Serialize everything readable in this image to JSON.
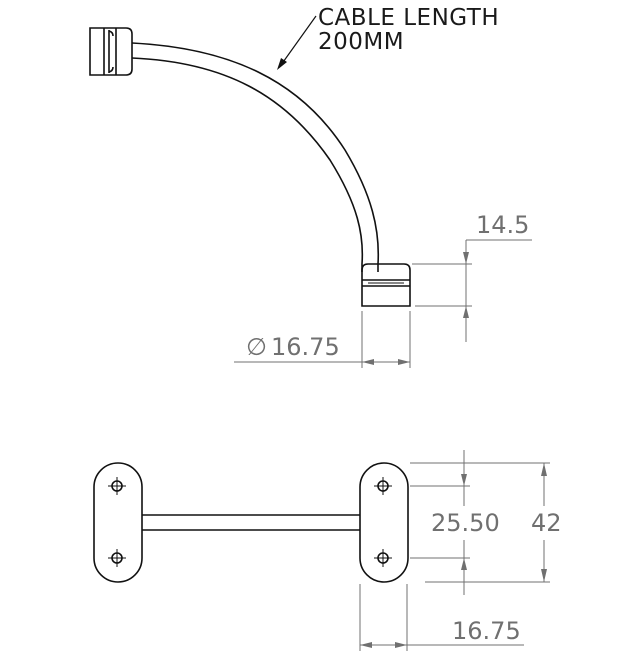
{
  "drawing": {
    "annotation": {
      "line1": "CABLE LENGTH",
      "line2": "200MM"
    },
    "dimensions": {
      "connector_height": "14.5",
      "connector_diameter_symbol": "∅",
      "connector_diameter": "16.75",
      "hole_spacing": "25.50",
      "plate_height": "42",
      "plate_width": "16.75"
    },
    "colors": {
      "outline": "#111111",
      "dimension": "#707070"
    },
    "views": [
      "side-view-curved-cable",
      "front-view-mounting-plates"
    ]
  }
}
